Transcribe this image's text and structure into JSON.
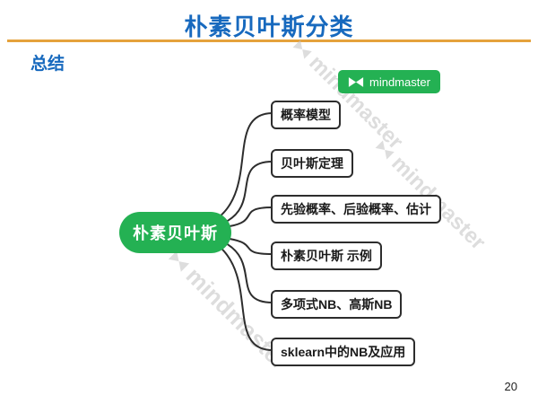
{
  "header": {
    "title": "朴素贝叶斯分类",
    "section_label": "总结"
  },
  "mindmap": {
    "root": {
      "label": "朴素贝叶斯"
    },
    "branches": [
      {
        "label": "概率模型"
      },
      {
        "label": "贝叶斯定理"
      },
      {
        "label": "先验概率、后验概率、估计"
      },
      {
        "label": "朴素贝叶斯 示例"
      },
      {
        "label": "多项式NB、高斯NB"
      },
      {
        "label": "sklearn中的NB及应用"
      }
    ],
    "badge_label": "mindmaster",
    "watermark_text": "mindmaster"
  },
  "footer": {
    "page_number": "20"
  },
  "colors": {
    "title_blue": "#1769BE",
    "accent_gold": "#E5A23C",
    "node_green": "#24B153",
    "box_border": "#2d2d2d",
    "watermark_gray": "#c3c3c3"
  }
}
